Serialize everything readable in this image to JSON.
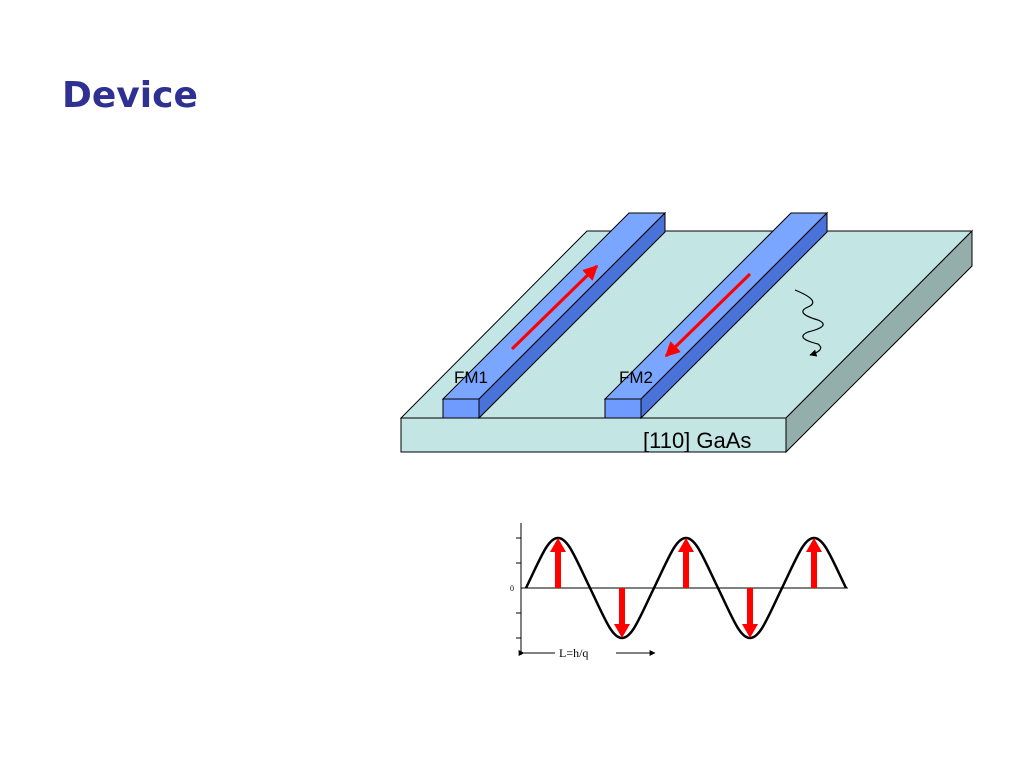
{
  "slide": {
    "title": "Device"
  },
  "device_diagram": {
    "stripe_1_label": "FM1",
    "stripe_2_label": "FM2",
    "substrate_label": "[110] GaAs"
  },
  "wave_diagram": {
    "origin_label": "0",
    "wavelength_label": "L=h/q"
  },
  "colors": {
    "title": "#2e3192",
    "substrate_top": "#c3e5e4",
    "substrate_side": "#94aeab",
    "stripe_top": "#7aa6ff",
    "stripe_side": "#4a73d9",
    "arrow": "#ff0000"
  }
}
